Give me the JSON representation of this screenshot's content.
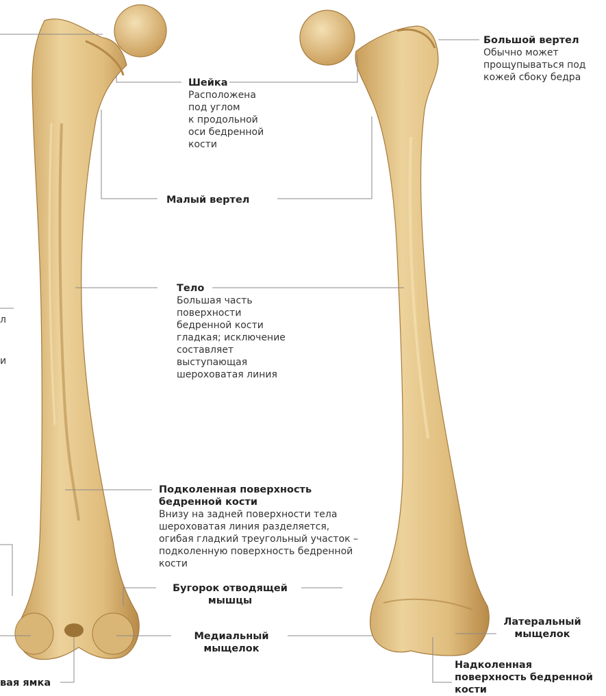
{
  "labels": {
    "sheika": {
      "title": "Шейка",
      "desc": [
        "Расположена",
        "под углом",
        "к продольной",
        "оси бедренной",
        "кости"
      ]
    },
    "malyi_vertel": {
      "title": "Малый вертел"
    },
    "bolshoi_vertel": {
      "title": "Большой вертел",
      "desc": [
        "Обычно может",
        "прощупываться под",
        "кожей сбоку бедра"
      ]
    },
    "telo": {
      "title": "Тело",
      "desc": [
        "Большая часть",
        "поверхности",
        "бедренной кости",
        "гладкая; исключение",
        "составляет",
        "выступающая",
        "шероховатая линия"
      ]
    },
    "podkolennaya": {
      "title": [
        "Подколенная поверхность",
        "бедренной кости"
      ],
      "desc": [
        "Внизу на задней поверхности тела",
        "шероховатая линия разделяется,",
        "огибая гладкий треугольный участок –",
        "подколенную поверхность бедренной",
        "кости"
      ]
    },
    "bugorok": {
      "title": [
        "Бугорок отводящей",
        "мышцы"
      ]
    },
    "medialnyi": {
      "title": [
        "Медиальный",
        "мыщелок"
      ]
    },
    "lateralnyi": {
      "title": [
        "Латеральный",
        "мыщелок"
      ]
    },
    "nadkolennaya": {
      "title": [
        "Надколенная",
        "поверхность бедренной",
        "кости"
      ]
    },
    "yamka": {
      "title": "вая ямка"
    },
    "cut_left": {
      "title": [
        "л",
        "и"
      ]
    }
  },
  "colors": {
    "bone": "#e6c88a",
    "bone_dark": "#b98f4c",
    "bone_light": "#f3dfb0",
    "leader": "#888888"
  }
}
